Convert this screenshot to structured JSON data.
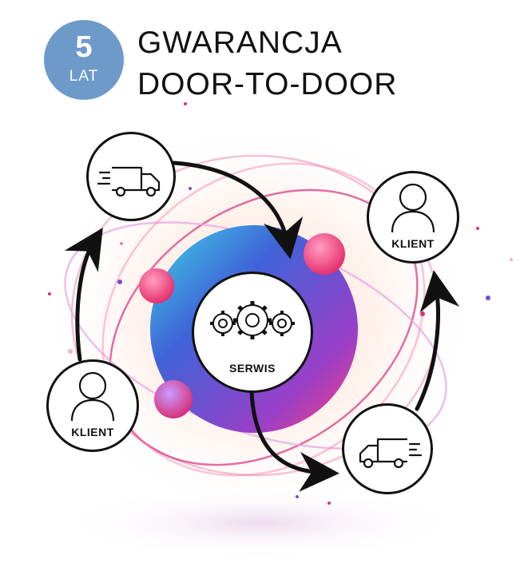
{
  "badge": {
    "number": "5",
    "unit": "LAT"
  },
  "title": {
    "line1": "GWARANCJA",
    "line2": "DOOR-TO-DOOR"
  },
  "nodes": {
    "serwis": {
      "label": "SERWIS",
      "icon": "gears-icon"
    },
    "klient_right": {
      "label": "KLIENT",
      "icon": "person-icon"
    },
    "klient_left": {
      "label": "KLIENT",
      "icon": "person-icon"
    },
    "truck_top": {
      "icon": "delivery-truck-icon"
    },
    "truck_bottom": {
      "icon": "delivery-truck-icon"
    }
  },
  "flow": [
    {
      "from": "courier",
      "to": "SERWIS"
    },
    {
      "from": "SERWIS",
      "to": "courier"
    },
    {
      "from": "courier",
      "to": "KLIENT"
    },
    {
      "from": "KLIENT",
      "to": "courier"
    }
  ],
  "colors": {
    "badge": "#6d9ac9",
    "sphere_blue": "#3f63d8",
    "sphere_pink": "#ff3f78",
    "accent_magenta": "#d6327d",
    "text": "#111111"
  }
}
